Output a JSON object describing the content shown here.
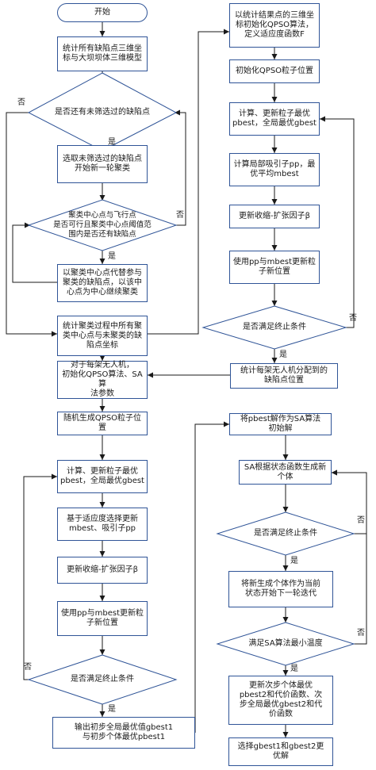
{
  "labels": {
    "yes": "是",
    "no": "否"
  },
  "nodes": {
    "start": "开始",
    "n1": "统计所有缺陷点三维坐\n标与大坝坝体三维模型",
    "d1": "是否还有未筛选过的缺陷点",
    "n2": "选取未筛选过的缺陷点\n开始新一轮聚类",
    "d2": "聚类中心点与飞行点\n是否可行且聚类中心点阈值范\n围内是否还有缺陷点",
    "n3": "以聚类中心点代替参与\n聚类的缺陷点，以该中\n心点为中心继续聚类",
    "n4": "统计聚类过程中所有聚\n类中心点与未聚类的缺\n陷点坐标",
    "n5": "对于每架无人机，\n初始化QPSO算法、SA算\n法参数",
    "n6": "随机生成QPSO粒子位置",
    "n7": "计算、更新粒子最优\npbest，全局最优gbest",
    "n8": "基于适应度选择更新\nmbest、吸引子pp",
    "n9": "更新收缩-扩张因子β",
    "n10": "使用pp与mbest更新粒\n子新位置",
    "d3": "是否满足终止条件",
    "n11": "输出初步全局最优值gbest1\n与初步个体最优pbest1",
    "r1": "以统计结果点的三维坐\n标初始化QPSO算法，\n定义适应度函数F",
    "r2": "初始化QPSO粒子位置",
    "r3": "计算、更新粒子最优\npbest，全局最优gbest",
    "r4": "计算局部吸引子pp，最\n优平均mbest",
    "r5": "更新收缩-扩张因子β",
    "r6": "使用pp与mbest更新粒\n子新位置",
    "rd1": "是否满足终止条件",
    "r7": "统计每架无人机分配到的\n缺陷点位置",
    "s1": "将pbest解作为SA算法\n初始解",
    "s2": "SA根据状态函数生成新\n个体",
    "sd1": "是否满足终止条件",
    "s3": "将新生成个体作为当前\n状态开始下一轮迭代",
    "sd2": "满足SA算法最小温度",
    "s4": "更新次步个体最优\npbest2和代价函数、次\n步全局最优gbest2和代\n价函数",
    "s5": "选择gbest1和gbest2更\n优解"
  }
}
